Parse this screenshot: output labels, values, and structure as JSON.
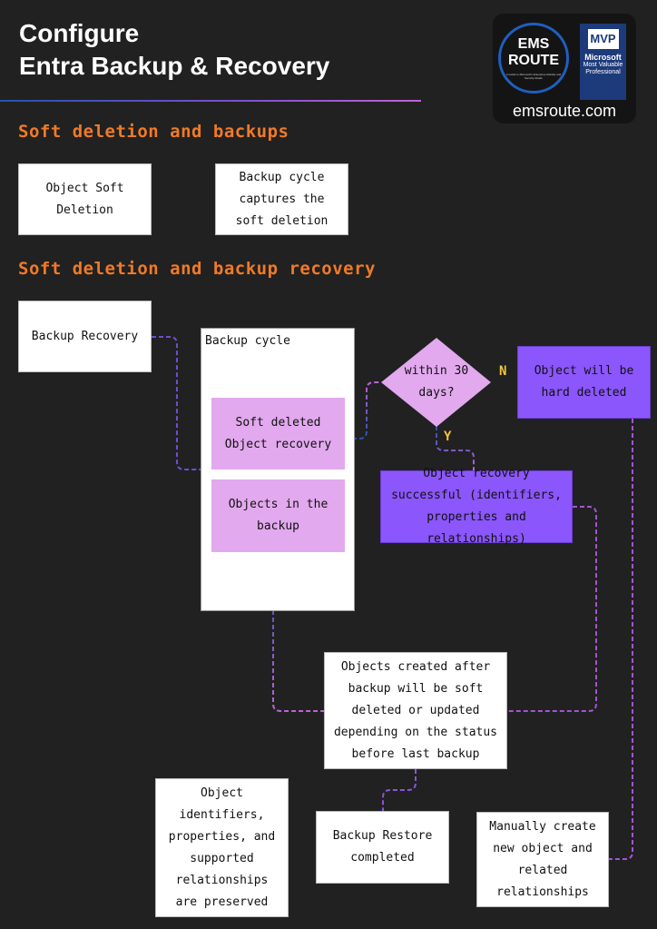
{
  "header": {
    "title_line1": "Configure",
    "title_line2": "Entra Backup & Recovery"
  },
  "logo": {
    "brand_line1": "EMS",
    "brand_line2": "ROUTE",
    "brand_tagline": "A Guide to Microsoft's Enterprise Mobility and Security Realm",
    "mvp_badge": "MVP",
    "mvp_company": "Microsoft",
    "mvp_text": "Most Valuable Professional",
    "url": "emsroute.com"
  },
  "section1": {
    "heading": "Soft deletion and backups",
    "nodes": {
      "soft_deletion": "Object Soft Deletion",
      "backup_cycle": "Backup cycle captures the soft deletion"
    }
  },
  "section2": {
    "heading": "Soft deletion and backup recovery",
    "nodes": {
      "backup_recovery": "Backup Recovery",
      "backup_cycle_container": "Backup cycle",
      "soft_deleted_recovery": "Soft deleted Object recovery",
      "objects_in_backup": "Objects in the backup",
      "decision": "within 30 days?",
      "no_label": "N",
      "yes_label": "Y",
      "hard_deleted": "Object will be hard deleted",
      "recovery_successful": "Object recovery successful (identifiers, properties and relationships)",
      "objects_created_after": "Objects created after backup will be soft deleted or updated depending on the status before last backup",
      "backup_restore_completed": "Backup Restore completed",
      "preserved": "Object identifiers, properties, and supported relationships are preserved",
      "manually_create": "Manually create new object and related relationships"
    }
  },
  "colors": {
    "background": "#212121",
    "heading": "#f07a28",
    "pink_node": "#e2a9ee",
    "purple_node": "#8b56fb",
    "connector_blue": "#2453b0",
    "connector_purple": "#c062d8",
    "yes_no_label": "#f2c53d"
  }
}
